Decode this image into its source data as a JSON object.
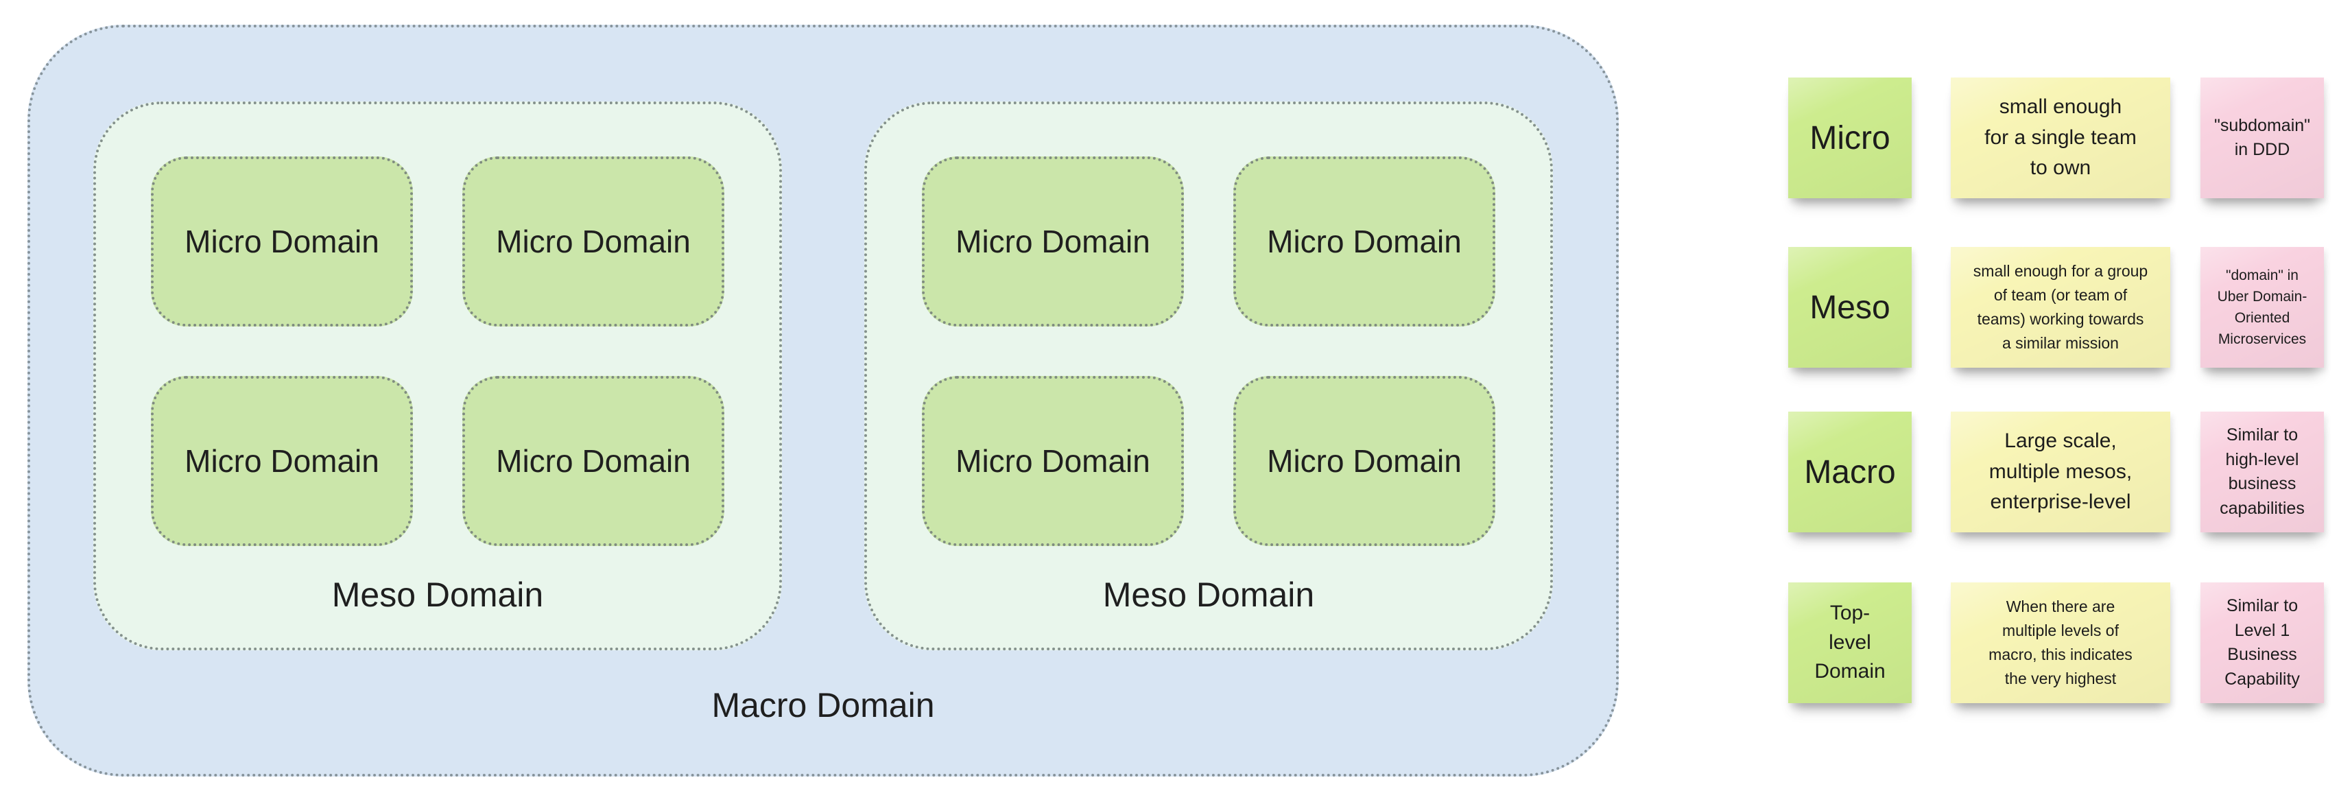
{
  "diagram": {
    "macro_label": "Macro Domain",
    "meso_groups": [
      {
        "label": "Meso Domain",
        "micros": [
          "Micro Domain",
          "Micro Domain",
          "Micro Domain",
          "Micro Domain"
        ]
      },
      {
        "label": "Meso Domain",
        "micros": [
          "Micro Domain",
          "Micro Domain",
          "Micro Domain",
          "Micro Domain"
        ]
      }
    ]
  },
  "legend": {
    "rows": [
      {
        "term": "Micro",
        "description": "small enough\nfor a single team\nto own",
        "note": "\"subdomain\"\nin DDD"
      },
      {
        "term": "Meso",
        "description": "small enough for a group\nof team (or team of\nteams) working towards\na similar mission",
        "note": "\"domain\" in\nUber Domain-\nOriented\nMicroservices"
      },
      {
        "term": "Macro",
        "description": "Large scale,\nmultiple mesos,\nenterprise-level",
        "note": "Similar to\nhigh-level\nbusiness\ncapabilities"
      },
      {
        "term": "Top-\nlevel\nDomain",
        "description": "When there are\nmultiple levels of\nmacro, this indicates\nthe very highest",
        "note": "Similar to\nLevel 1\nBusiness\nCapability"
      }
    ]
  },
  "colors": {
    "macro_fill": "#d8e5f3",
    "meso_fill": "#e9f6ec",
    "micro_fill": "#cbe6aa",
    "sticky_green": "#cdec8e",
    "sticky_yellow": "#f8f5b6",
    "sticky_pink": "#f9d2e0",
    "dotted_border": "#84918c",
    "text": "#1d1d1d"
  }
}
